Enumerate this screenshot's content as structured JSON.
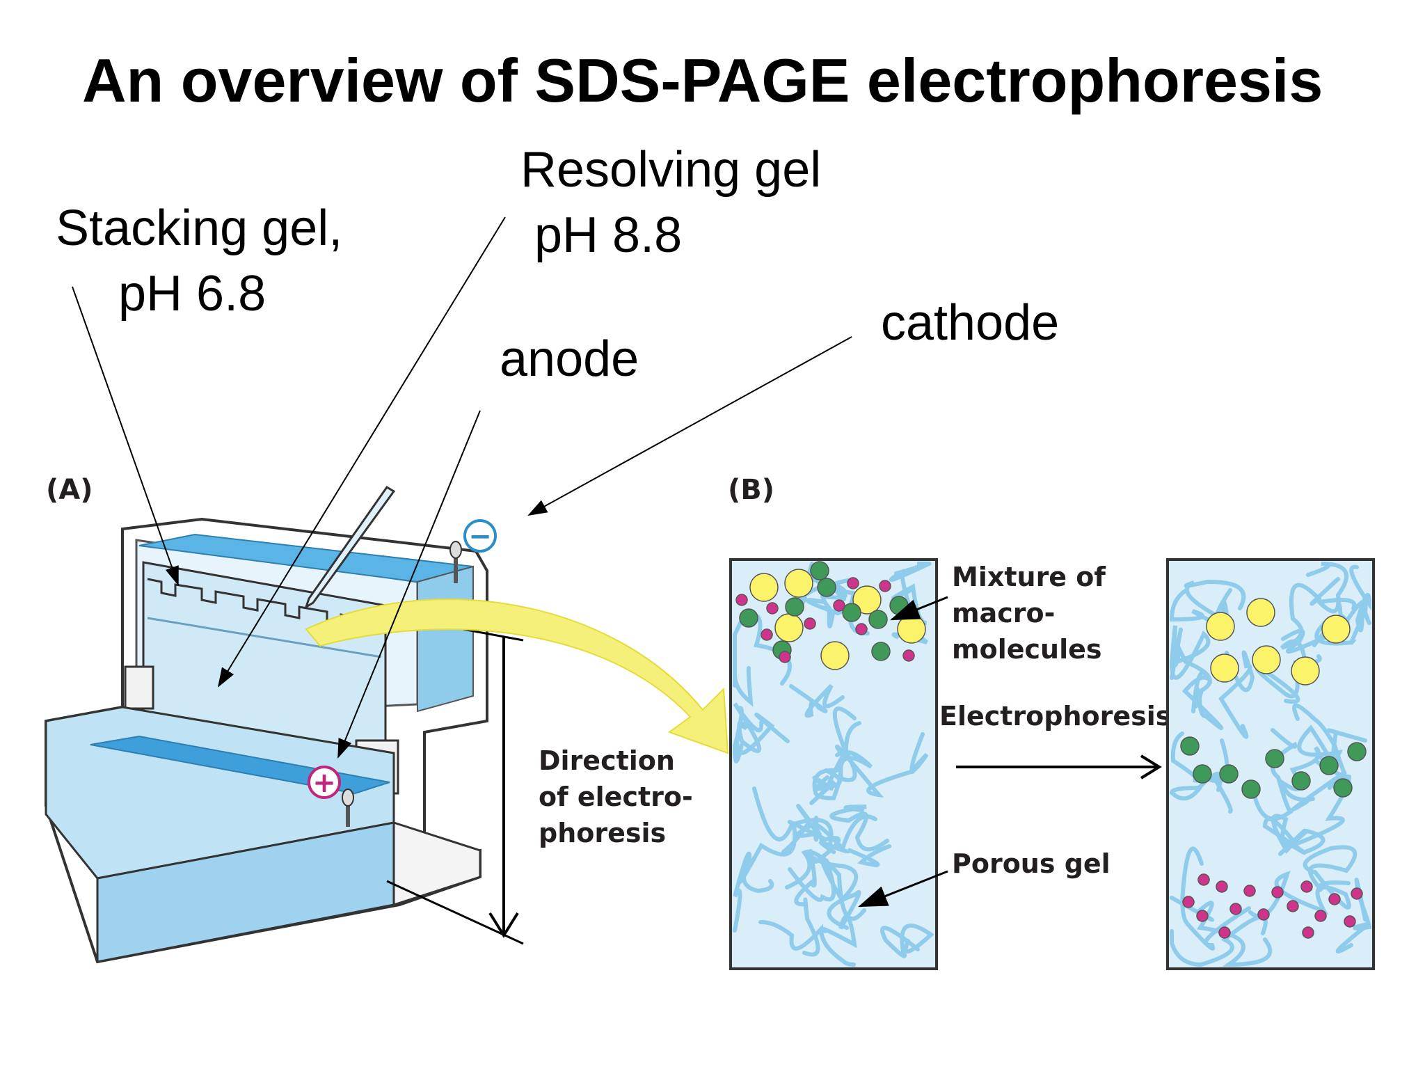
{
  "title": "An overview of SDS-PAGE electrophoresis",
  "callouts": {
    "resolving_line1": "Resolving gel",
    "resolving_line2": "pH 8.8",
    "stacking_line1": "Stacking gel,",
    "stacking_line2": "pH 6.8",
    "anode": "anode",
    "cathode": "cathode"
  },
  "figure": {
    "panel_a": "(A)",
    "panel_b": "(B)",
    "direction_line1": "Direction",
    "direction_line2": "of electro-",
    "direction_line3": "phoresis",
    "mixture_line1": "Mixture of",
    "mixture_line2": "macro-",
    "mixture_line3": "molecules",
    "electrophoresis": "Electrophoresis",
    "porous_gel": "Porous gel",
    "minus_symbol": "−",
    "plus_symbol": "+"
  },
  "colors": {
    "gel_blue": "#cfe9f6",
    "buffer_blue": "#5ab4e6",
    "fiber_blue": "#8fcbeb",
    "yellow_molecule": "#fbf46a",
    "green_molecule": "#3f9a5a",
    "magenta_molecule": "#d0338c",
    "arrow_yellow": "#f5f07a",
    "cathode_blue": "#2a8fc9",
    "anode_magenta": "#c2267c"
  },
  "icons": [
    "minus-electrode-icon",
    "plus-electrode-icon",
    "pipette-icon"
  ]
}
